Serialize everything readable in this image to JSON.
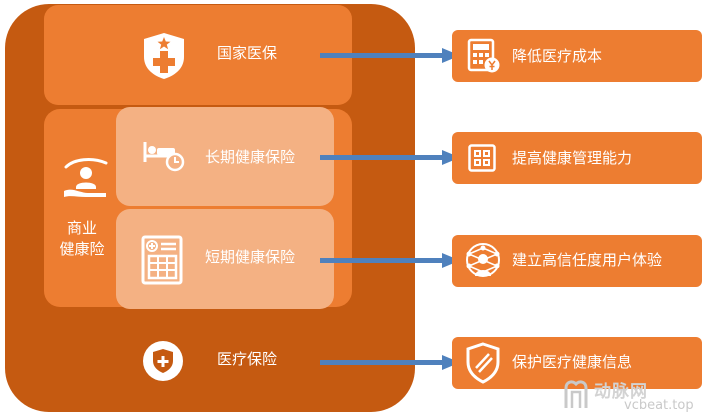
{
  "diagram": {
    "left_block": {
      "national_insurance": {
        "label": "国家医保",
        "icon": "shield-cross-star-icon"
      },
      "commercial_insurance": {
        "label_line1": "商业",
        "label_line2": "健康险",
        "icon": "hands-person-icon",
        "sub_items": [
          {
            "label": "长期健康保险",
            "icon": "hospital-bed-clock-icon"
          },
          {
            "label": "短期健康保险",
            "icon": "medical-form-icon"
          }
        ]
      },
      "medical_insurance": {
        "label": "医疗保险",
        "icon": "shield-plus-circle-icon"
      }
    },
    "outcomes": [
      {
        "label": "降低医疗成本",
        "icon": "calculator-yen-icon"
      },
      {
        "label": "提高健康管理能力",
        "icon": "grid-app-icon"
      },
      {
        "label": "建立高信任度用户体验",
        "icon": "network-person-icon"
      },
      {
        "label": "保护医疗健康信息",
        "icon": "shield-check-icon"
      }
    ],
    "colors": {
      "outer": "#c55a11",
      "block": "#ed7d31",
      "sub_block": "#f4b183",
      "arrow": "#4f81bd"
    }
  },
  "watermark": {
    "text": "动脉网",
    "url": "vcbeat.top"
  }
}
